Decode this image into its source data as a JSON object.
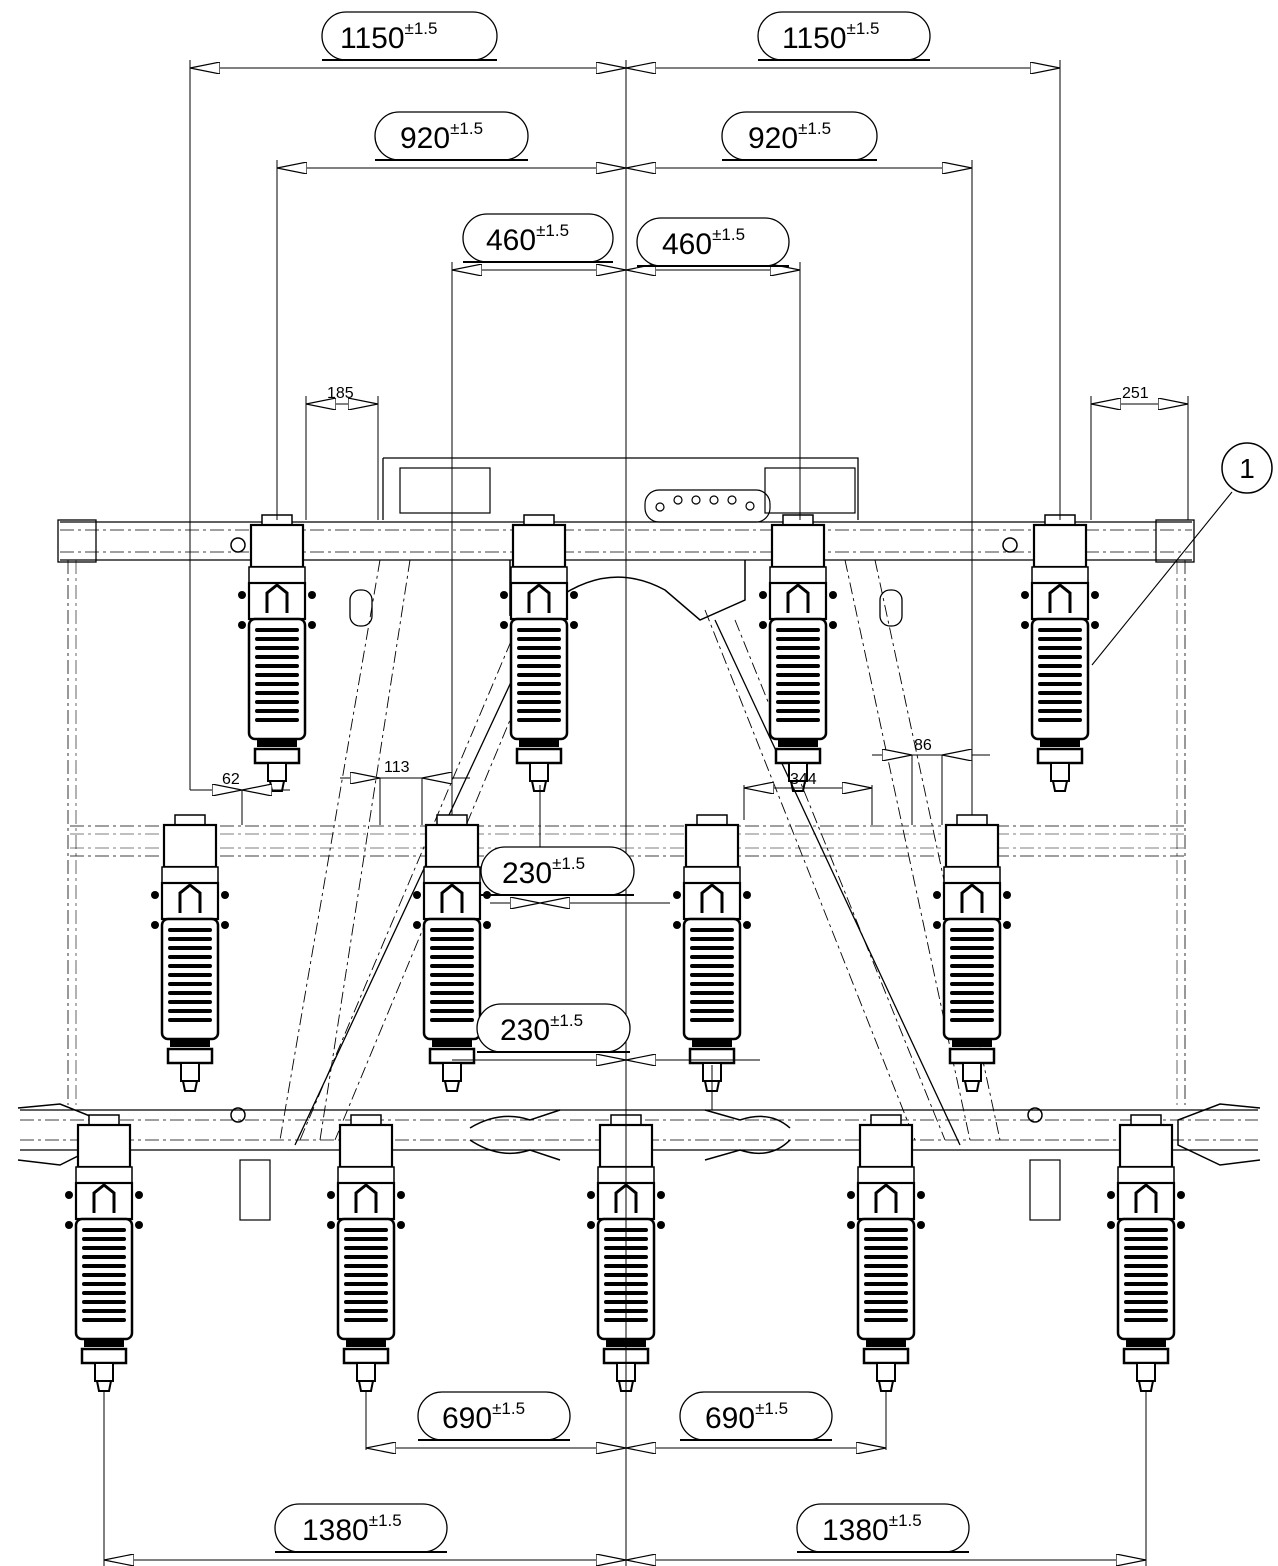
{
  "dimensions": {
    "top_left_1150": {
      "value": "1150",
      "tol": "±1.5"
    },
    "top_right_1150": {
      "value": "1150",
      "tol": "±1.5"
    },
    "left_920": {
      "value": "920",
      "tol": "±1.5"
    },
    "right_920": {
      "value": "920",
      "tol": "±1.5"
    },
    "left_460": {
      "value": "460",
      "tol": "±1.5"
    },
    "right_460": {
      "value": "460",
      "tol": "±1.5"
    },
    "mid_230_upper": {
      "value": "230",
      "tol": "±1.5"
    },
    "mid_230_lower": {
      "value": "230",
      "tol": "±1.5"
    },
    "left_690": {
      "value": "690",
      "tol": "±1.5"
    },
    "right_690": {
      "value": "690",
      "tol": "±1.5"
    },
    "left_1380": {
      "value": "1380",
      "tol": "±1.5"
    },
    "right_1380": {
      "value": "1380",
      "tol": "±1.5"
    },
    "d185": "185",
    "d251": "251",
    "d62": "62",
    "d113": "113",
    "d344": "344",
    "d86": "86"
  },
  "callouts": {
    "item1": "1"
  }
}
